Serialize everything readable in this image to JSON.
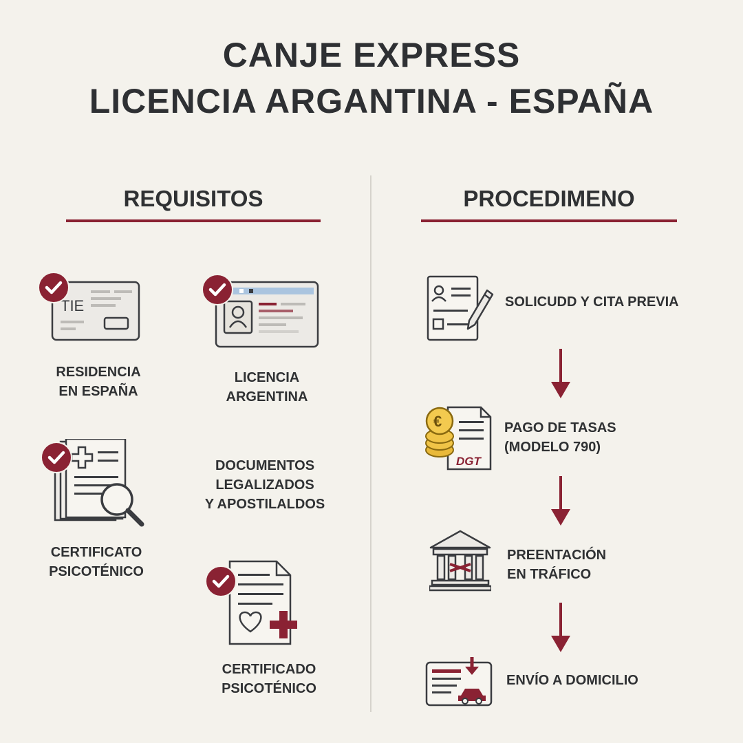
{
  "header": {
    "title_line1": "CANJE EXPRESS",
    "title_line2": "LICENCIA ARGANTINA - ESPAÑA"
  },
  "requisitos": {
    "heading": "REQUISITOS",
    "items": [
      {
        "label": "RESIDENCIA\nEN ESPAÑA",
        "icon": "tie-card-icon",
        "card_text": "TIE",
        "checked": true
      },
      {
        "label": "LICENCIA\nARGENTINA",
        "icon": "license-card-icon",
        "checked": true
      },
      {
        "label": "CERTIFICATO\nPSICOTÉNICO",
        "icon": "document-search-icon",
        "checked": true
      },
      {
        "label": "DOCUMENTOS\nLEGALIZADOS\nY APOSTILALDOS",
        "icon": "",
        "checked": false
      },
      {
        "label": "CERTIFICADO\nPSICOTÉNICO",
        "icon": "medical-document-icon",
        "checked": true
      }
    ]
  },
  "procedimiento": {
    "heading": "PROCEDIMENO",
    "steps": [
      {
        "label": "SOLICUDD Y CITA PREVIA",
        "icon": "form-pen-icon"
      },
      {
        "label": "PAGO DE TASAS\n(MODELO 790)",
        "icon": "coins-dgt-document-icon",
        "doc_text": "DGT",
        "coin_symbol": "€"
      },
      {
        "label": "PREENTACIÓN\nEN TRÁFICO",
        "icon": "government-building-icon"
      },
      {
        "label": "ENVÍO A DOMICILIO",
        "icon": "license-delivery-icon"
      }
    ],
    "arrow_icon": "arrow-down-icon"
  },
  "colors": {
    "accent": "#8a2233",
    "background": "#f4f2ec",
    "text": "#2f3133"
  }
}
